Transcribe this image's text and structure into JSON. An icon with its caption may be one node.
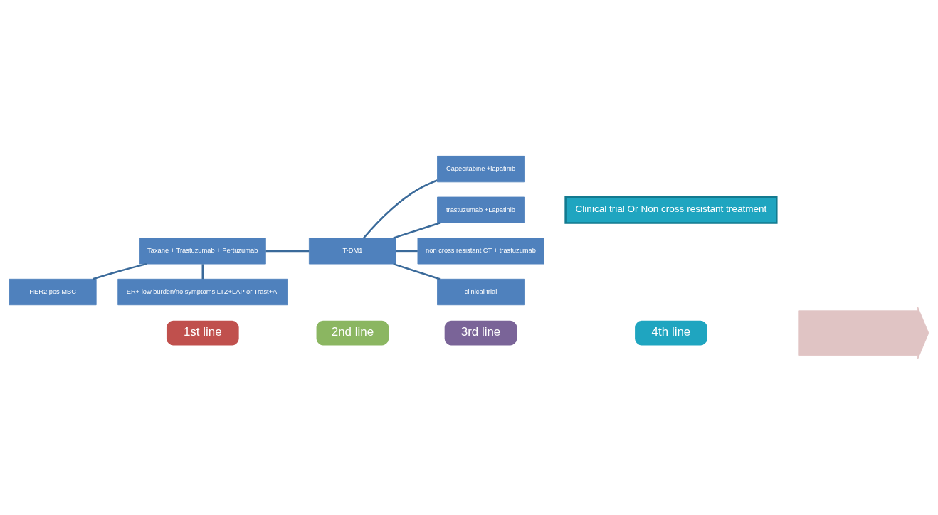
{
  "diagram": {
    "nodes": [
      {
        "text": [
          "HER2 pos MBC"
        ]
      },
      {
        "text": [
          "Taxane + Trastuzumab + Pertuzumab"
        ]
      },
      {
        "text": [
          "ER+ low burden/no symptoms LTZ+LAP or Trast+AI"
        ]
      },
      {
        "text": [
          "T-DM1"
        ]
      },
      {
        "text": [
          "Capecitabine +lapatinib"
        ]
      },
      {
        "text": [
          "trastuzumab +Lapatinib"
        ]
      },
      {
        "text": [
          "non cross resistant CT + trastuzumab"
        ]
      },
      {
        "text": [
          "clinical trial"
        ]
      },
      {
        "text": [
          "Clinical trial Or Non cross resistant treatment"
        ]
      },
      {
        "text": [],
        "shape": "arrow"
      },
      {
        "text": [
          "1st line"
        ]
      },
      {
        "text": [
          "2nd line"
        ]
      },
      {
        "text": [
          "3rd line"
        ]
      },
      {
        "text": [
          "4th line"
        ]
      }
    ],
    "edges": [
      {
        "from": 0,
        "to": 1,
        "arrow": "none"
      },
      {
        "from": 1,
        "to": 2,
        "arrow": "none"
      },
      {
        "from": 1,
        "to": 3,
        "arrow": "none"
      },
      {
        "from": 3,
        "to": 4,
        "arrow": "none"
      },
      {
        "from": 3,
        "to": 5,
        "arrow": "none"
      },
      {
        "from": 3,
        "to": 6,
        "arrow": "none"
      },
      {
        "from": 3,
        "to": 7,
        "arrow": "none"
      }
    ]
  }
}
